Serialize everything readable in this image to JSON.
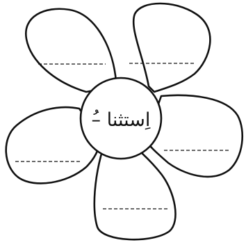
{
  "worksheet": {
    "center_text": "اِستثنا –ُ",
    "petal_count": 5,
    "blank_answer_lines": 5
  }
}
